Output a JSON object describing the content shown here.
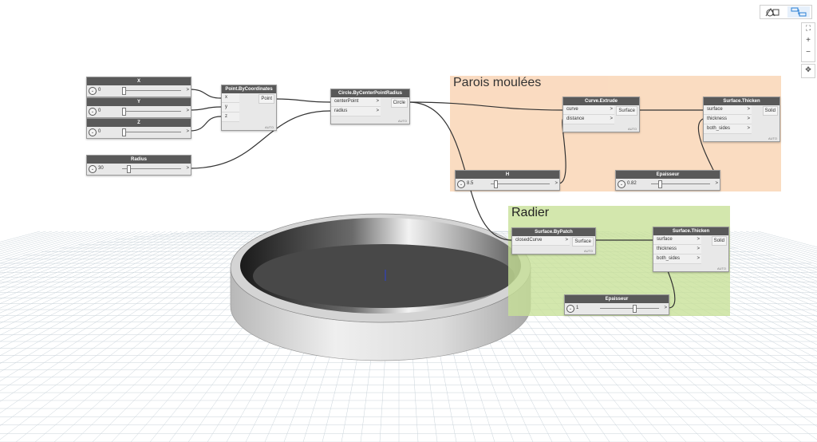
{
  "groups": [
    {
      "title": "Parois moulées",
      "color": "#fad9bc"
    },
    {
      "title": "Radier",
      "color": "#d6e8b4"
    }
  ],
  "nodes": {
    "x": {
      "title": "X",
      "value": "0"
    },
    "y": {
      "title": "Y",
      "value": "0"
    },
    "z": {
      "title": "Z",
      "value": "0"
    },
    "radius": {
      "title": "Radius",
      "value": "30",
      "fraction": 0.08
    },
    "point": {
      "title": "Point.ByCoordinates",
      "inputs": [
        "x",
        "y",
        "z"
      ],
      "output": "Point",
      "lacing": "AUTO"
    },
    "circle": {
      "title": "Circle.ByCenterPointRadius",
      "inputs": [
        "centerPoint",
        "radius"
      ],
      "output": "Circle",
      "lacing": "AUTO"
    },
    "extrude": {
      "title": "Curve.Extrude",
      "inputs": [
        "curve",
        "distance"
      ],
      "output": "Surface",
      "lacing": "AUTO"
    },
    "h": {
      "title": "H",
      "value": "8.5",
      "fraction": 0.05
    },
    "thicken1": {
      "title": "Surface.Thicken",
      "inputs": [
        "surface",
        "thickness",
        "both_sides"
      ],
      "output": "Solid",
      "lacing": "AUTO"
    },
    "ep1": {
      "title": "Epaisseur",
      "value": "0.82",
      "fraction": 0.12
    },
    "patch": {
      "title": "Surface.ByPatch",
      "inputs": [
        "closedCurve"
      ],
      "output": "Surface",
      "lacing": "AUTO"
    },
    "thicken2": {
      "title": "Surface.Thicken",
      "inputs": [
        "surface",
        "thickness",
        "both_sides"
      ],
      "output": "Solid",
      "lacing": "AUTO"
    },
    "ep2": {
      "title": "Epaisseur",
      "value": "1",
      "fraction": 0.55
    }
  },
  "toolbar": {
    "geometry_view_icon": "geometry-view-icon",
    "graph_view_icon": "graph-view-icon",
    "zoom_fit": "⛶",
    "zoom_in": "+",
    "zoom_out": "−",
    "pan": "✥"
  },
  "slider_labels": {
    "down": "⌄",
    "out": ">"
  },
  "colors": {
    "grid": "#c9d3da",
    "node_header": "#595959",
    "wire": "#333333"
  }
}
